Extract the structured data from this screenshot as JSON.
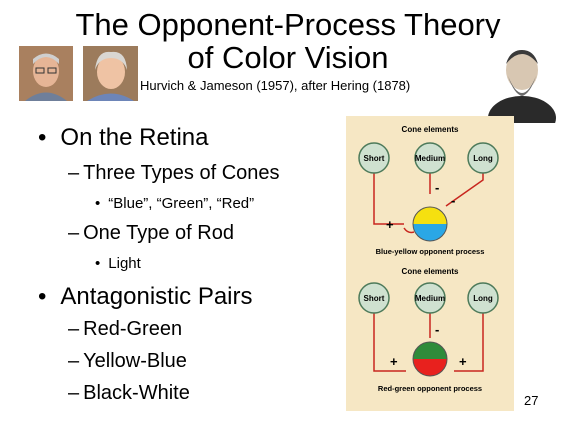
{
  "slide": {
    "title_line1": "The Opponent-Process Theory",
    "title_line2": "of Color Vision",
    "subtitle": "Hurvich & Jameson (1957), after Hering (1878)",
    "page_number": "27"
  },
  "bullets": {
    "retina": "On the Retina",
    "cones": "Three Types of Cones",
    "cone_colors": "“Blue”, “Green”, “Red”",
    "rod": "One Type of Rod",
    "light": "Light",
    "pairs": "Antagonistic Pairs",
    "red_green": "Red-Green",
    "yellow_blue": "Yellow-Blue",
    "black_white": "Black-White"
  },
  "figure": {
    "top": {
      "heading": "Cone elements",
      "short": "Short",
      "medium": "Medium",
      "long": "Long",
      "minus1": "-",
      "minus2": "-",
      "plus": "+",
      "caption": "Blue-yellow opponent process"
    },
    "bottom": {
      "heading": "Cone elements",
      "short": "Short",
      "medium": "Medium",
      "long": "Long",
      "minus": "-",
      "plus1": "+",
      "plus2": "+",
      "caption": "Red-green opponent process"
    },
    "colors": {
      "cone_fill": "#cfe1d0",
      "cone_stroke": "#4d7a5a",
      "line": "#c8261e",
      "yellow": "#f5e010",
      "blue": "#2aa7e6",
      "green": "#2e8b3a",
      "red": "#e8211e",
      "background": "#f6e7c4"
    }
  }
}
